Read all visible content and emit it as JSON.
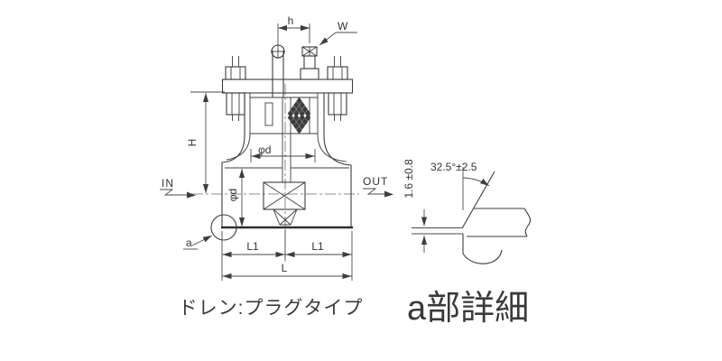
{
  "colors": {
    "line": "#3d3d3d",
    "text": "#333333",
    "background": "#ffffff"
  },
  "main_view": {
    "dimension_labels": {
      "h": "h",
      "height": "H",
      "bore_top": "φd",
      "bore_side": "φd",
      "l1_left": "L1",
      "l1_right": "L1",
      "l_total": "L"
    },
    "part_labels": {
      "cap_nut": "W",
      "detail_callout": "a"
    },
    "flow_labels": {
      "inlet": "IN",
      "outlet": "OUT"
    },
    "caption": "ドレン:プラグタイプ"
  },
  "detail_view": {
    "title": "a部詳細",
    "angle_dimension": "32.5°±2.5",
    "edge_dimension": "1.6 ±0.8"
  }
}
